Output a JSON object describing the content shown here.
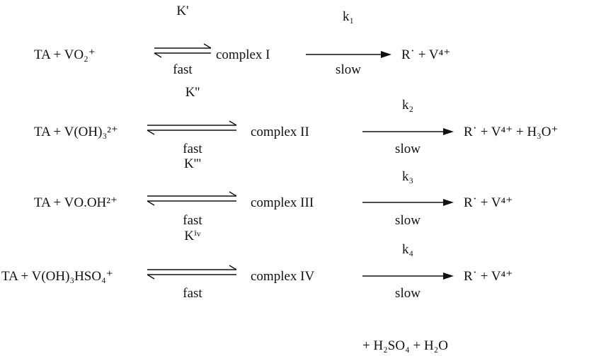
{
  "reactions": [
    {
      "reactants": "TA + VO₂⁺",
      "eq_top": "K'",
      "eq_bottom": "fast",
      "complex": "complex I",
      "rate_top": "k₁",
      "rate_bottom": "slow",
      "products": "R˙ + V⁴⁺"
    },
    {
      "reactants": "TA + V(OH)₃²⁺",
      "eq_top": "K''",
      "eq_bottom": "fast",
      "complex": "complex II",
      "rate_top": "k₂",
      "rate_bottom": "slow",
      "products": "R˙ + V⁴⁺ + H₃O⁺"
    },
    {
      "reactants": "TA + VO.OH²⁺",
      "eq_top": "K'''",
      "eq_bottom": "fast",
      "complex": "complex III",
      "rate_top": "k₃",
      "rate_bottom": "slow",
      "products": "R˙ + V⁴⁺"
    },
    {
      "reactants": "TA + V(OH)₃HSO₄⁺",
      "eq_top": "Kⁱᵛ",
      "eq_bottom": "fast",
      "complex": "complex IV",
      "rate_top": "k₄",
      "rate_bottom": "slow",
      "products": "R˙ + V⁴⁺",
      "products_cont": "+ H₂SO₄ + H₂O"
    }
  ]
}
